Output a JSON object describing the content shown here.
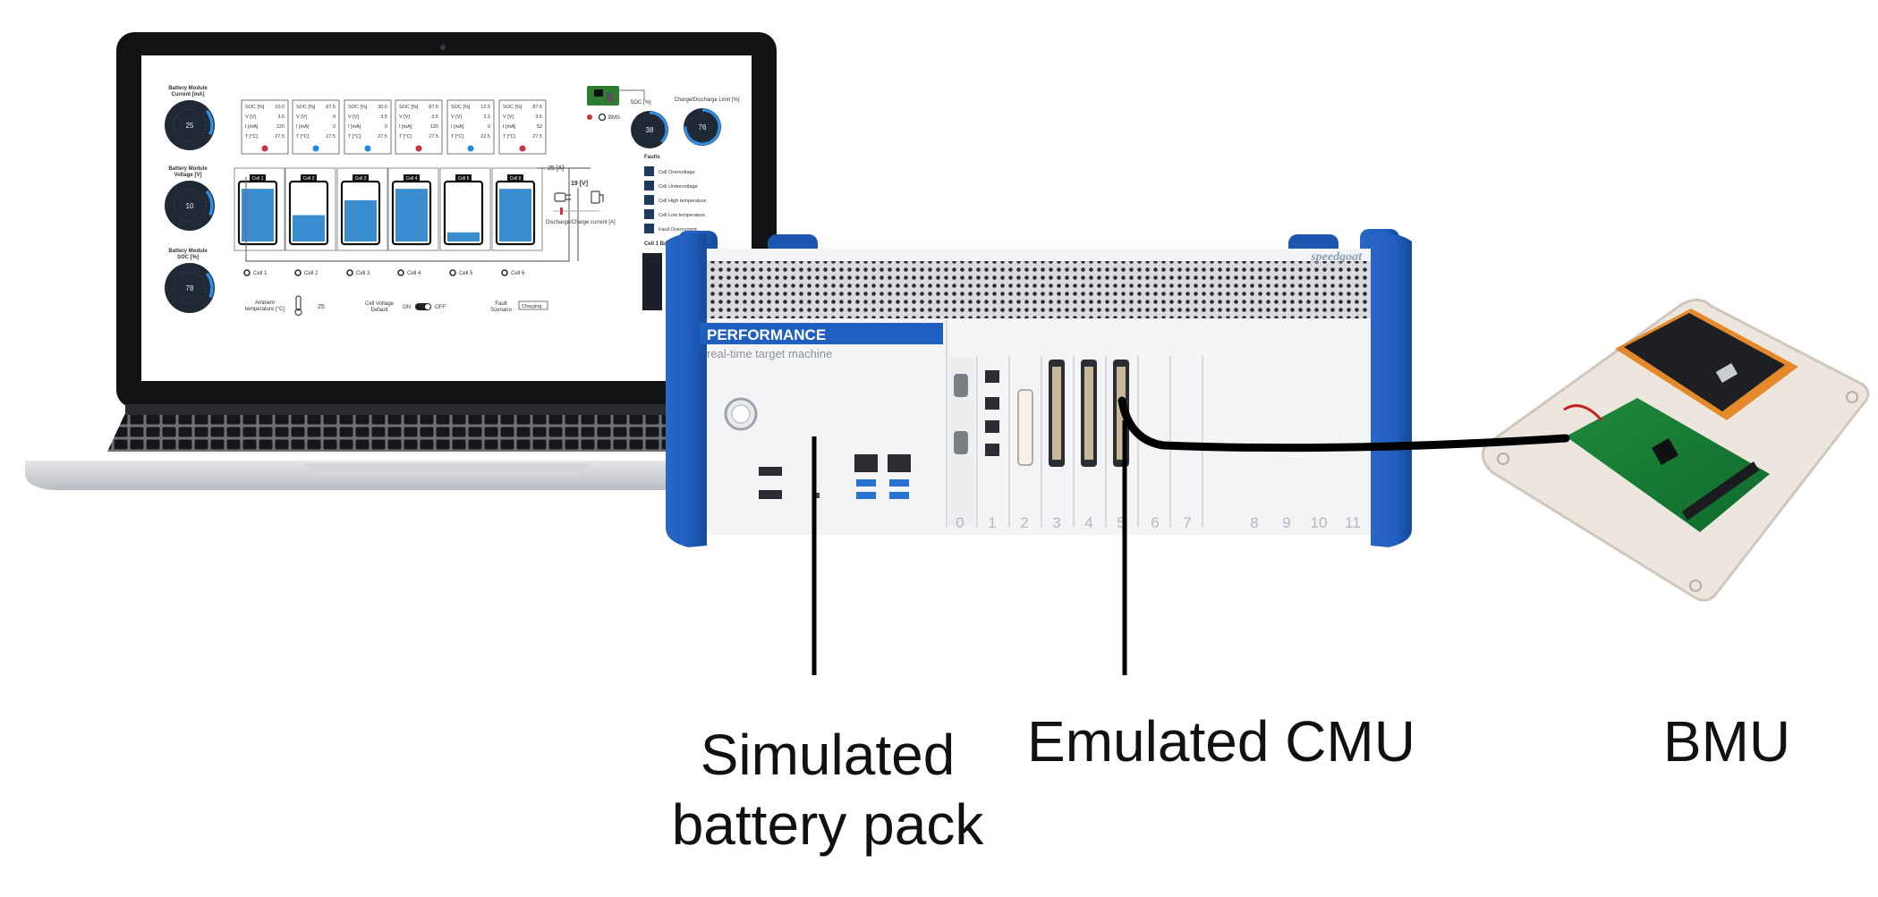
{
  "labels": {
    "battery_pack": [
      "Simulated",
      "battery pack"
    ],
    "cmu": "Emulated CMU",
    "bmu": "BMU"
  },
  "dashboard": {
    "gauges": [
      {
        "title": [
          "Battery Module",
          "Current [mA]"
        ],
        "value": "25"
      },
      {
        "title": [
          "Battery Module",
          "Voltage [V]"
        ],
        "value": "10"
      },
      {
        "title": [
          "Battery Module",
          "SOC [%]"
        ],
        "value": "78"
      }
    ],
    "cells": [
      {
        "soc": "10.0",
        "v": "3.5",
        "i": "120",
        "t": "27.5",
        "label": "Cell 1",
        "fill": 0.92,
        "dot": "#d0323c"
      },
      {
        "soc": "87.5",
        "v": "0",
        "i": "0",
        "t": "27.5",
        "label": "Cell 2",
        "fill": 0.46,
        "dot": "#1e88e5"
      },
      {
        "soc": "30.0",
        "v": "3.5",
        "i": "0",
        "t": "27.5",
        "label": "Cell 3",
        "fill": 0.72,
        "dot": "#1e88e5"
      },
      {
        "soc": "87.5",
        "v": "3.5",
        "i": "120",
        "t": "27.5",
        "label": "Cell 4",
        "fill": 0.92,
        "dot": "#d0323c"
      },
      {
        "soc": "12.5",
        "v": "3.2",
        "i": "0",
        "t": "22.5",
        "label": "Cell 5",
        "fill": 0.16,
        "dot": "#1e88e5"
      },
      {
        "soc": "87.5",
        "v": "3.5",
        "i": "53",
        "t": "27.5",
        "label": "Cell 6",
        "fill": 0.92,
        "dot": "#d0323c"
      }
    ],
    "row_labels": [
      "SOC [%]",
      "V [V]",
      "I [mA]",
      "T [°C]"
    ],
    "bus_current": "25 [A]",
    "bus_voltage": "19 [V]",
    "discharge_label": "Discharge/Charge current [A]",
    "bms_label": "BMS",
    "soc_gauge": {
      "title": "SOC [%]",
      "value": "38"
    },
    "limit_gauge": {
      "title": "Charge/Discharge Limit [%]",
      "value": "76"
    },
    "faults_title": "Faults",
    "faults": [
      "Cell Overvoltage",
      "Cell Undervoltage",
      "Cell High temperature",
      "Cell Low temperature",
      "Fault Overcurrent"
    ],
    "cell_bal_label": "Cell 1 Bal",
    "ambient": {
      "label": [
        "Ambient",
        "temperature [°C]"
      ],
      "value": "25"
    },
    "cell_voltage_default": {
      "label": [
        "Cell Voltage",
        "Default"
      ],
      "on": "ON",
      "off": "OFF"
    },
    "fault_scenario": {
      "label": [
        "Fault",
        "Scenario"
      ],
      "value": "Charging"
    }
  },
  "machine": {
    "brand": "speedgoat",
    "series": "PERFORMANCE",
    "subtitle": "real-time target machine",
    "slot_numbers": [
      "0",
      "1",
      "2",
      "3",
      "4",
      "5",
      "6",
      "7",
      "8",
      "9",
      "10",
      "11"
    ]
  },
  "colors": {
    "machine_blue": "#1f5fbf",
    "gauge_blue": "#2f8fe6",
    "cell_blue": "#3a8ed0"
  }
}
